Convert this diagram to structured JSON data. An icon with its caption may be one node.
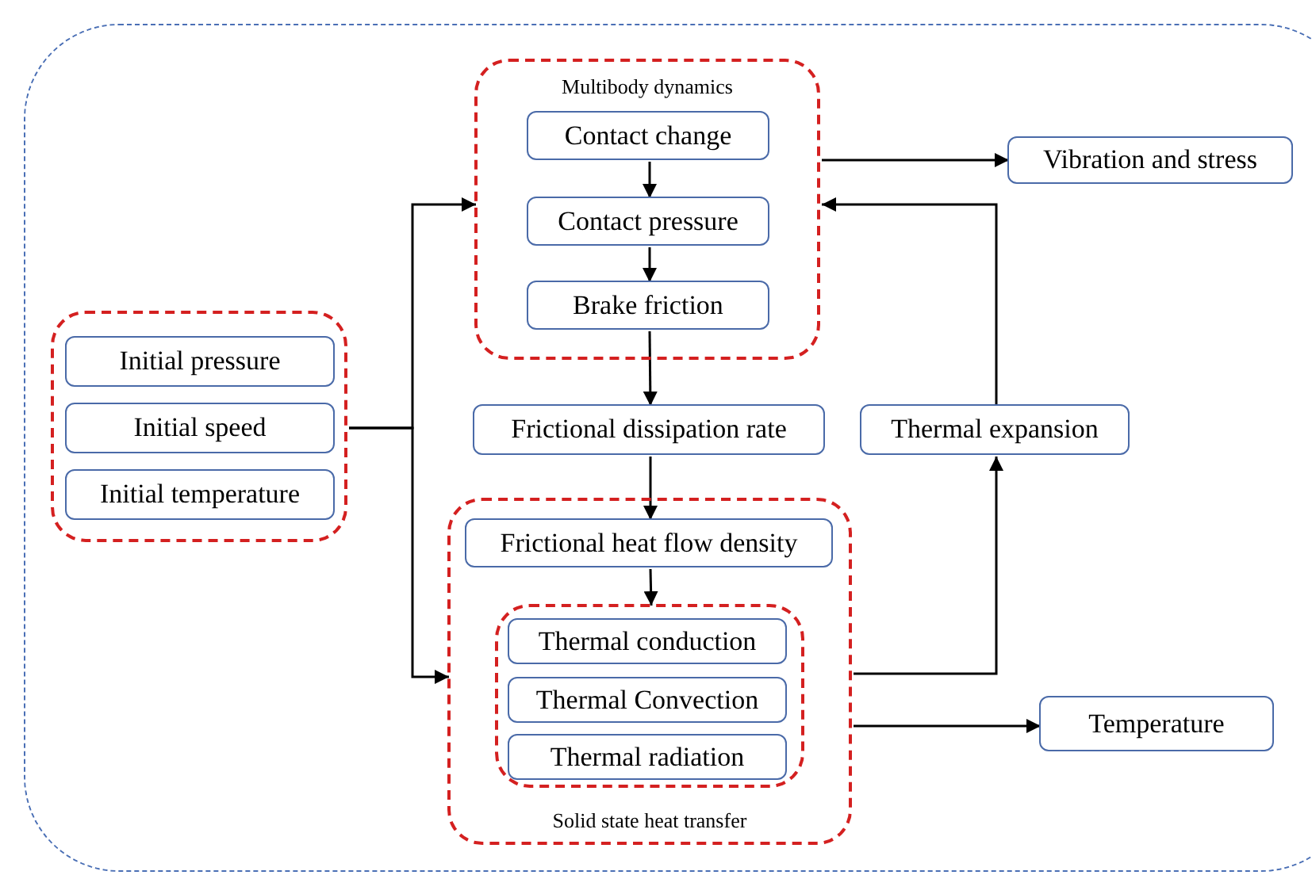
{
  "diagram": {
    "nodes": [
      {
        "text": [],
        "shape": "box"
      },
      {
        "text": [
          "Multibody dynamics"
        ],
        "in": 0
      },
      {
        "text": [
          "Contact change"
        ],
        "in": 1
      },
      {
        "text": [
          "Contact pressure"
        ],
        "in": 1
      },
      {
        "text": [
          "Brake friction"
        ],
        "in": 1
      },
      {
        "text": [
          "Vibration and stress"
        ],
        "in": 0
      },
      {
        "text": [],
        "shape": "box",
        "in": 0
      },
      {
        "text": [
          "Initial pressure"
        ],
        "in": 6
      },
      {
        "text": [
          "Initial speed"
        ],
        "in": 6
      },
      {
        "text": [
          "Initial temperature"
        ],
        "in": 6
      },
      {
        "text": [
          "Frictional dissipation rate"
        ],
        "in": 0
      },
      {
        "text": [
          "Thermal expansion"
        ],
        "in": 0
      },
      {
        "text": [
          "Solid state heat transfer"
        ],
        "in": 0
      },
      {
        "text": [
          "Frictional heat flow density"
        ],
        "in": 12
      },
      {
        "text": [],
        "shape": "box",
        "in": 12
      },
      {
        "text": [
          "Thermal conduction"
        ],
        "in": 14
      },
      {
        "text": [
          "Thermal Convection"
        ],
        "in": 14
      },
      {
        "text": [
          "Thermal radiation"
        ],
        "in": 14
      },
      {
        "text": [
          "Temperature"
        ],
        "in": 0
      }
    ],
    "edges": [
      {
        "from": 2,
        "to": 3,
        "arrow": "to"
      },
      {
        "from": 3,
        "to": 4,
        "arrow": "to"
      },
      {
        "from": 1,
        "to": 5,
        "arrow": "to"
      },
      {
        "from": 6,
        "to": 1,
        "arrow": "to"
      },
      {
        "from": 6,
        "to": 12,
        "arrow": "to"
      },
      {
        "from": 4,
        "to": 10,
        "arrow": "to"
      },
      {
        "from": 10,
        "to": 13,
        "arrow": "to"
      },
      {
        "from": 13,
        "to": 14,
        "arrow": "to"
      },
      {
        "from": 12,
        "to": 11,
        "arrow": "to"
      },
      {
        "from": 11,
        "to": 1,
        "arrow": "to"
      },
      {
        "from": 12,
        "to": 18,
        "arrow": "to"
      }
    ]
  }
}
